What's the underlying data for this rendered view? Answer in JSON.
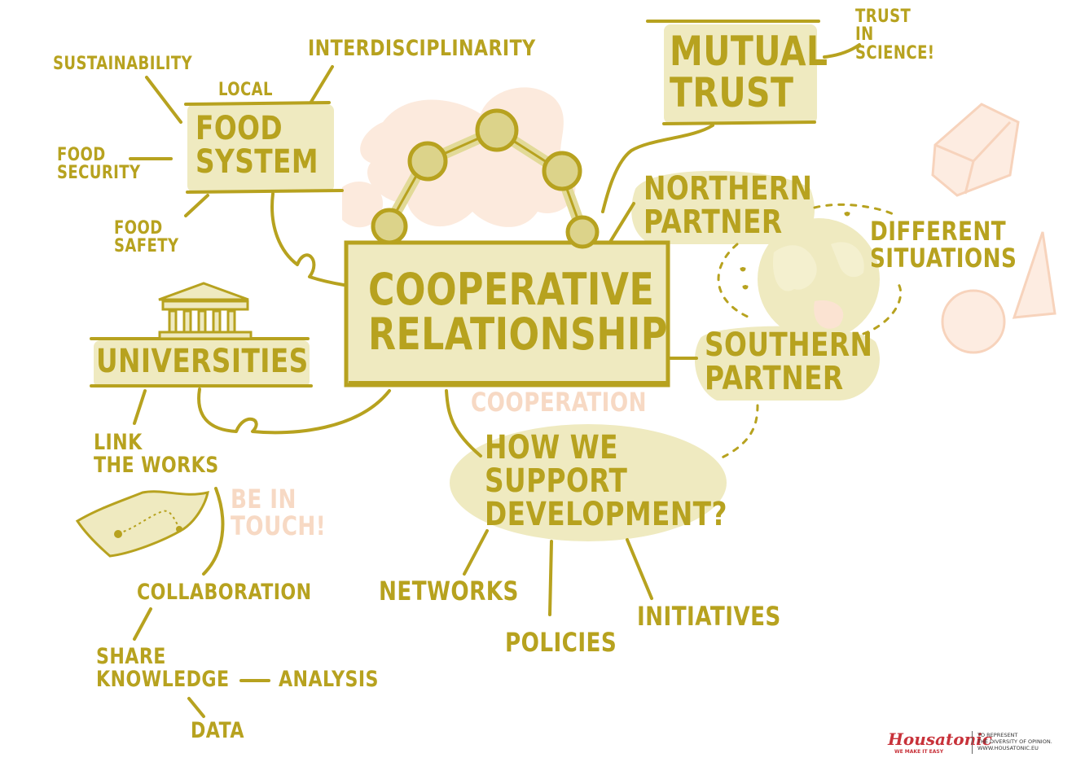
{
  "colors": {
    "ink": "#b7a21f",
    "highlight": "#efeac0",
    "pale_orange": "#fbe3d2",
    "logo_red": "#c8323a"
  },
  "nodes": {
    "cooperative_relationship": "COOPERATIVE\nRELATIONSHIP",
    "cooperation": "COOPERATION",
    "mutual_trust": "MUTUAL\nTRUST",
    "trust_in_science": "TRUST\nIN\nSCIENCE!",
    "food_system": "FOOD\nSYSTEM",
    "local": "LOCAL",
    "sustainability": "SUSTAINABILITY",
    "interdisciplinarity": "INTERDISCIPLINARITY",
    "food_security": "FOOD\nSECURITY",
    "food_safety": "FOOD\nSAFETY",
    "universities": "UNIVERSITIES",
    "northern_partner": "NORTHERN\nPARTNER",
    "southern_partner": "SOUTHERN\nPARTNER",
    "different_situations": "DIFFERENT\nSITUATIONS",
    "how_we_support": "HOW WE\nSUPPORT\nDEVELOPMENT?",
    "networks": "NETWORKS",
    "policies": "POLICIES",
    "initiatives": "INITIATIVES",
    "link_the_works": "LINK\nTHE WORKS",
    "be_in_touch": "BE IN\nTOUCH!",
    "collaboration": "COLLABORATION",
    "share_knowledge": "SHARE\nKNOWLEDGE",
    "analysis": "ANALYSIS",
    "data": "DATA"
  },
  "logo": {
    "brand": "Housatonic",
    "tagline": "WE MAKE IT EASY",
    "side_text": "TO REPRESENT\nTHE DIVERSITY OF OPINION.\nwww.housatonic.eu"
  },
  "icons": [
    "molecule-chain-icon",
    "globe-icon",
    "university-building-icon",
    "map-icon",
    "cube-icon",
    "cone-icon",
    "sphere-icon"
  ]
}
